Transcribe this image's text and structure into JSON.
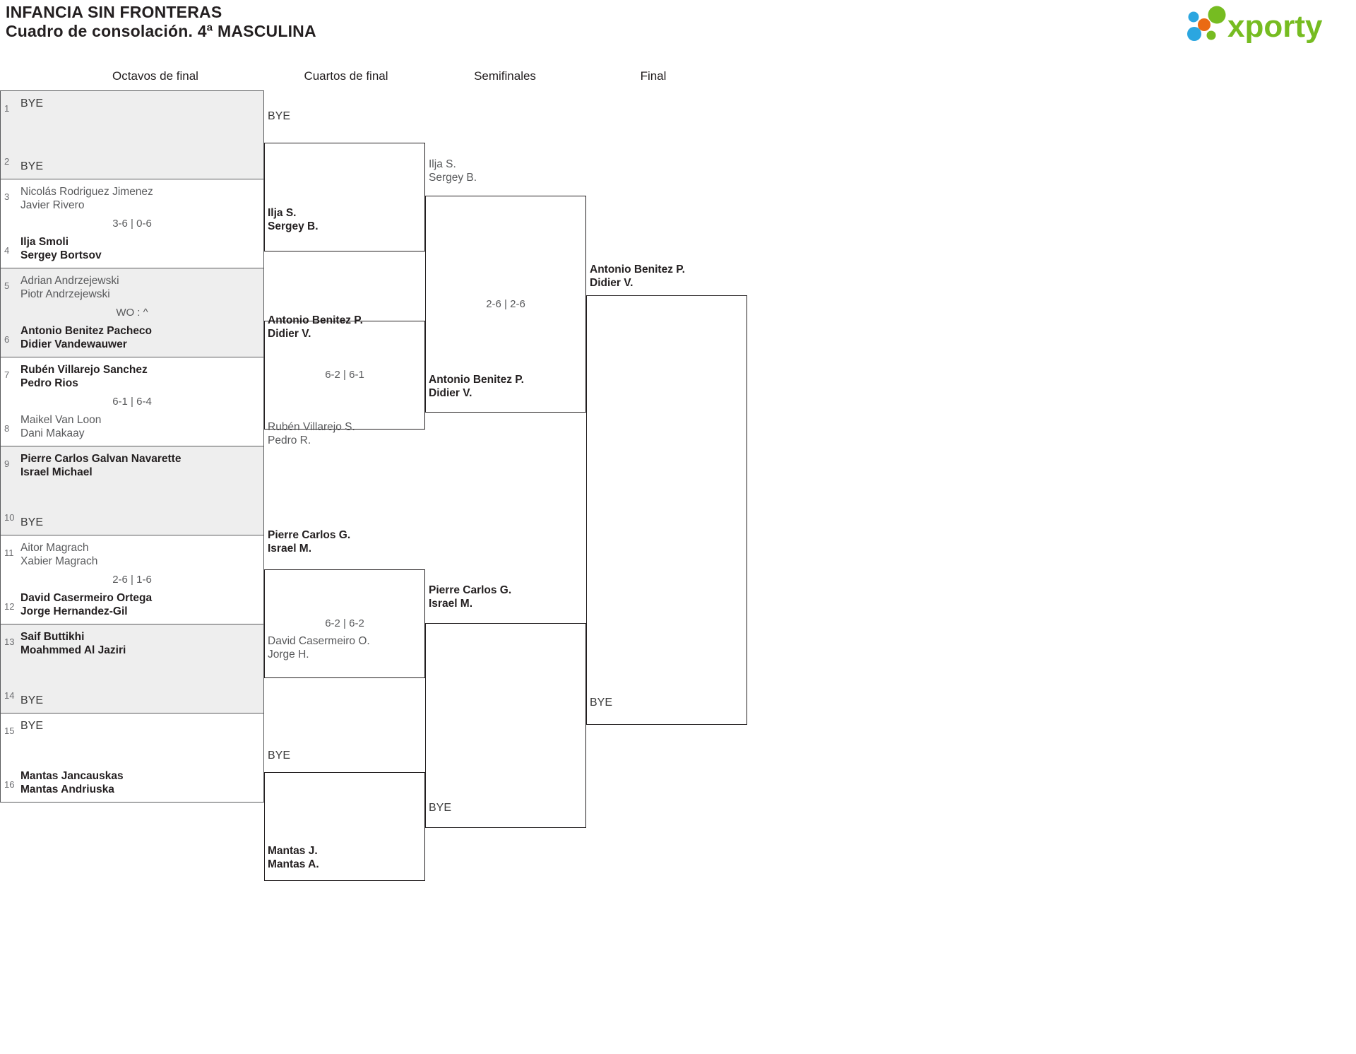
{
  "header": {
    "club": "INFANCIA SIN FRONTERAS",
    "subtitle": "Cuadro de consolación. 4ª MASCULINA",
    "logo_text": "xporty",
    "logo_colors": {
      "green": "#76bc21",
      "blue": "#2ba6e0",
      "orange": "#ea6a13"
    }
  },
  "rounds": [
    {
      "label": "Octavos de final"
    },
    {
      "label": "Cuartos de final"
    },
    {
      "label": "Semifinales"
    },
    {
      "label": "Final"
    }
  ],
  "colors": {
    "shade": "#eeeeee",
    "line": "#58595b",
    "text": "#231f20",
    "muted": "#58595b"
  },
  "bracket": {
    "round_of_16": [
      {
        "seed_top": "1",
        "top_l1": "BYE",
        "top_l2": "",
        "seed_bot": "2",
        "bot_l1": "BYE",
        "bot_l2": "",
        "score": "",
        "winner": "none",
        "shaded": true,
        "bye_style": true
      },
      {
        "seed_top": "3",
        "top_l1": "Nicolás Rodriguez Jimenez",
        "top_l2": "Javier Rivero",
        "seed_bot": "4",
        "bot_l1": "Ilja Smoli",
        "bot_l2": "Sergey Bortsov",
        "score": "3-6 | 0-6",
        "winner": "bottom",
        "shaded": false,
        "bye_style": false
      },
      {
        "seed_top": "5",
        "top_l1": "Adrian Andrzejewski",
        "top_l2": "Piotr Andrzejewski",
        "seed_bot": "6",
        "bot_l1": "Antonio Benitez Pacheco",
        "bot_l2": "Didier Vandewauwer",
        "score": "WO : ^",
        "winner": "bottom",
        "shaded": true,
        "bye_style": false
      },
      {
        "seed_top": "7",
        "top_l1": "Rubén Villarejo Sanchez",
        "top_l2": "Pedro Rios",
        "seed_bot": "8",
        "bot_l1": "Maikel Van Loon",
        "bot_l2": "Dani Makaay",
        "score": "6-1 | 6-4",
        "winner": "top",
        "shaded": false,
        "bye_style": false
      },
      {
        "seed_top": "9",
        "top_l1": "Pierre Carlos Galvan Navarette",
        "top_l2": "Israel Michael",
        "seed_bot": "10",
        "bot_l1": "BYE",
        "bot_l2": "",
        "score": "",
        "winner": "top",
        "shaded": true,
        "bye_style": false
      },
      {
        "seed_top": "11",
        "top_l1": "Aitor Magrach",
        "top_l2": "Xabier Magrach",
        "seed_bot": "12",
        "bot_l1": "David Casermeiro Ortega",
        "bot_l2": "Jorge Hernandez-Gil",
        "score": "2-6 | 1-6",
        "winner": "bottom",
        "shaded": false,
        "bye_style": false
      },
      {
        "seed_top": "13",
        "top_l1": "Saif Buttikhi",
        "top_l2": "Moahmmed Al Jaziri",
        "seed_bot": "14",
        "bot_l1": "BYE",
        "bot_l2": "",
        "score": "",
        "winner": "top",
        "shaded": true,
        "bye_style": false
      },
      {
        "seed_top": "15",
        "top_l1": "BYE",
        "top_l2": "",
        "seed_bot": "16",
        "bot_l1": "Mantas Jancauskas",
        "bot_l2": "Mantas Andriuska",
        "score": "",
        "winner": "bottom",
        "shaded": false,
        "bye_style": false
      }
    ],
    "quarterfinals": [
      {
        "top_l1": "BYE",
        "top_l2": "",
        "top_bye": true,
        "top_win": false,
        "bot_l1": "Ilja S.",
        "bot_l2": "Sergey B.",
        "bot_bye": false,
        "bot_win": true,
        "score": ""
      },
      {
        "top_l1": "Antonio Benitez P.",
        "top_l2": "Didier V.",
        "top_bye": false,
        "top_win": true,
        "bot_l1": "Rubén Villarejo S.",
        "bot_l2": "Pedro R.",
        "bot_bye": false,
        "bot_win": false,
        "score": "6-2 | 6-1"
      },
      {
        "top_l1": "Pierre Carlos G.",
        "top_l2": "Israel M.",
        "top_bye": false,
        "top_win": true,
        "bot_l1": "David Casermeiro O.",
        "bot_l2": "Jorge H.",
        "bot_bye": false,
        "bot_win": false,
        "score": "6-2 | 6-2"
      },
      {
        "top_l1": "BYE",
        "top_l2": "",
        "top_bye": true,
        "top_win": false,
        "bot_l1": "Mantas J.",
        "bot_l2": "Mantas A.",
        "bot_bye": false,
        "bot_win": true,
        "score": ""
      }
    ],
    "semifinals": [
      {
        "top_l1": "Ilja S.",
        "top_l2": "Sergey B.",
        "top_bye": false,
        "top_win": false,
        "bot_l1": "Antonio Benitez P.",
        "bot_l2": "Didier V.",
        "bot_bye": false,
        "bot_win": true,
        "score": "2-6 | 2-6"
      },
      {
        "top_l1": "Pierre Carlos G.",
        "top_l2": "Israel M.",
        "top_bye": false,
        "top_win": true,
        "bot_l1": "BYE",
        "bot_l2": "",
        "bot_bye": true,
        "bot_win": false,
        "score": ""
      }
    ],
    "final": [
      {
        "top_l1": "Antonio Benitez P.",
        "top_l2": "Didier V.",
        "top_bye": false,
        "top_win": true,
        "bot_l1": "BYE",
        "bot_l2": "",
        "bot_bye": true,
        "bot_win": false,
        "score": ""
      }
    ]
  }
}
